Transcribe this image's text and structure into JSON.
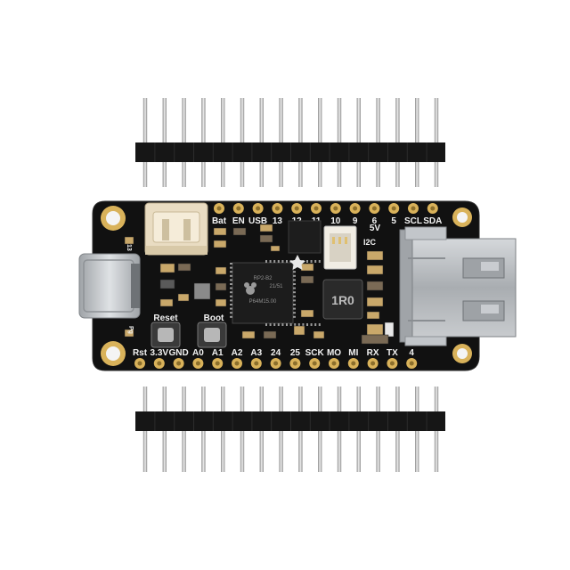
{
  "board": {
    "top_labels": [
      "Bat",
      "EN",
      "USB",
      "13",
      "12",
      "11",
      "10",
      "9",
      "6",
      "5",
      "SCL",
      "SDA"
    ],
    "bottom_labels": [
      "Rst",
      "3.3V",
      "GND",
      "A0",
      "A1",
      "A2",
      "A3",
      "24",
      "25",
      "SCK",
      "MO",
      "MI",
      "RX",
      "TX",
      "4"
    ],
    "button_reset": "Reset",
    "button_boot": "Boot",
    "label_5v": "5V",
    "label_i2c": "I2C",
    "inductor_text": "1R0",
    "chip_text_line1": "RP2-B2",
    "chip_text_line2": "21/51",
    "chip_text_line3": "P64M15.00",
    "side_label_13": "13",
    "side_label_pg": "Pg"
  },
  "colors": {
    "pcb": "#111111",
    "gold": "#d9b25a",
    "silkscreen": "#f2f2f2",
    "metal": "#b8bcc0",
    "jst": "#e9dcc2"
  },
  "icons": [
    "raspberry-pi-logo-icon",
    "adafruit-star-icon"
  ]
}
